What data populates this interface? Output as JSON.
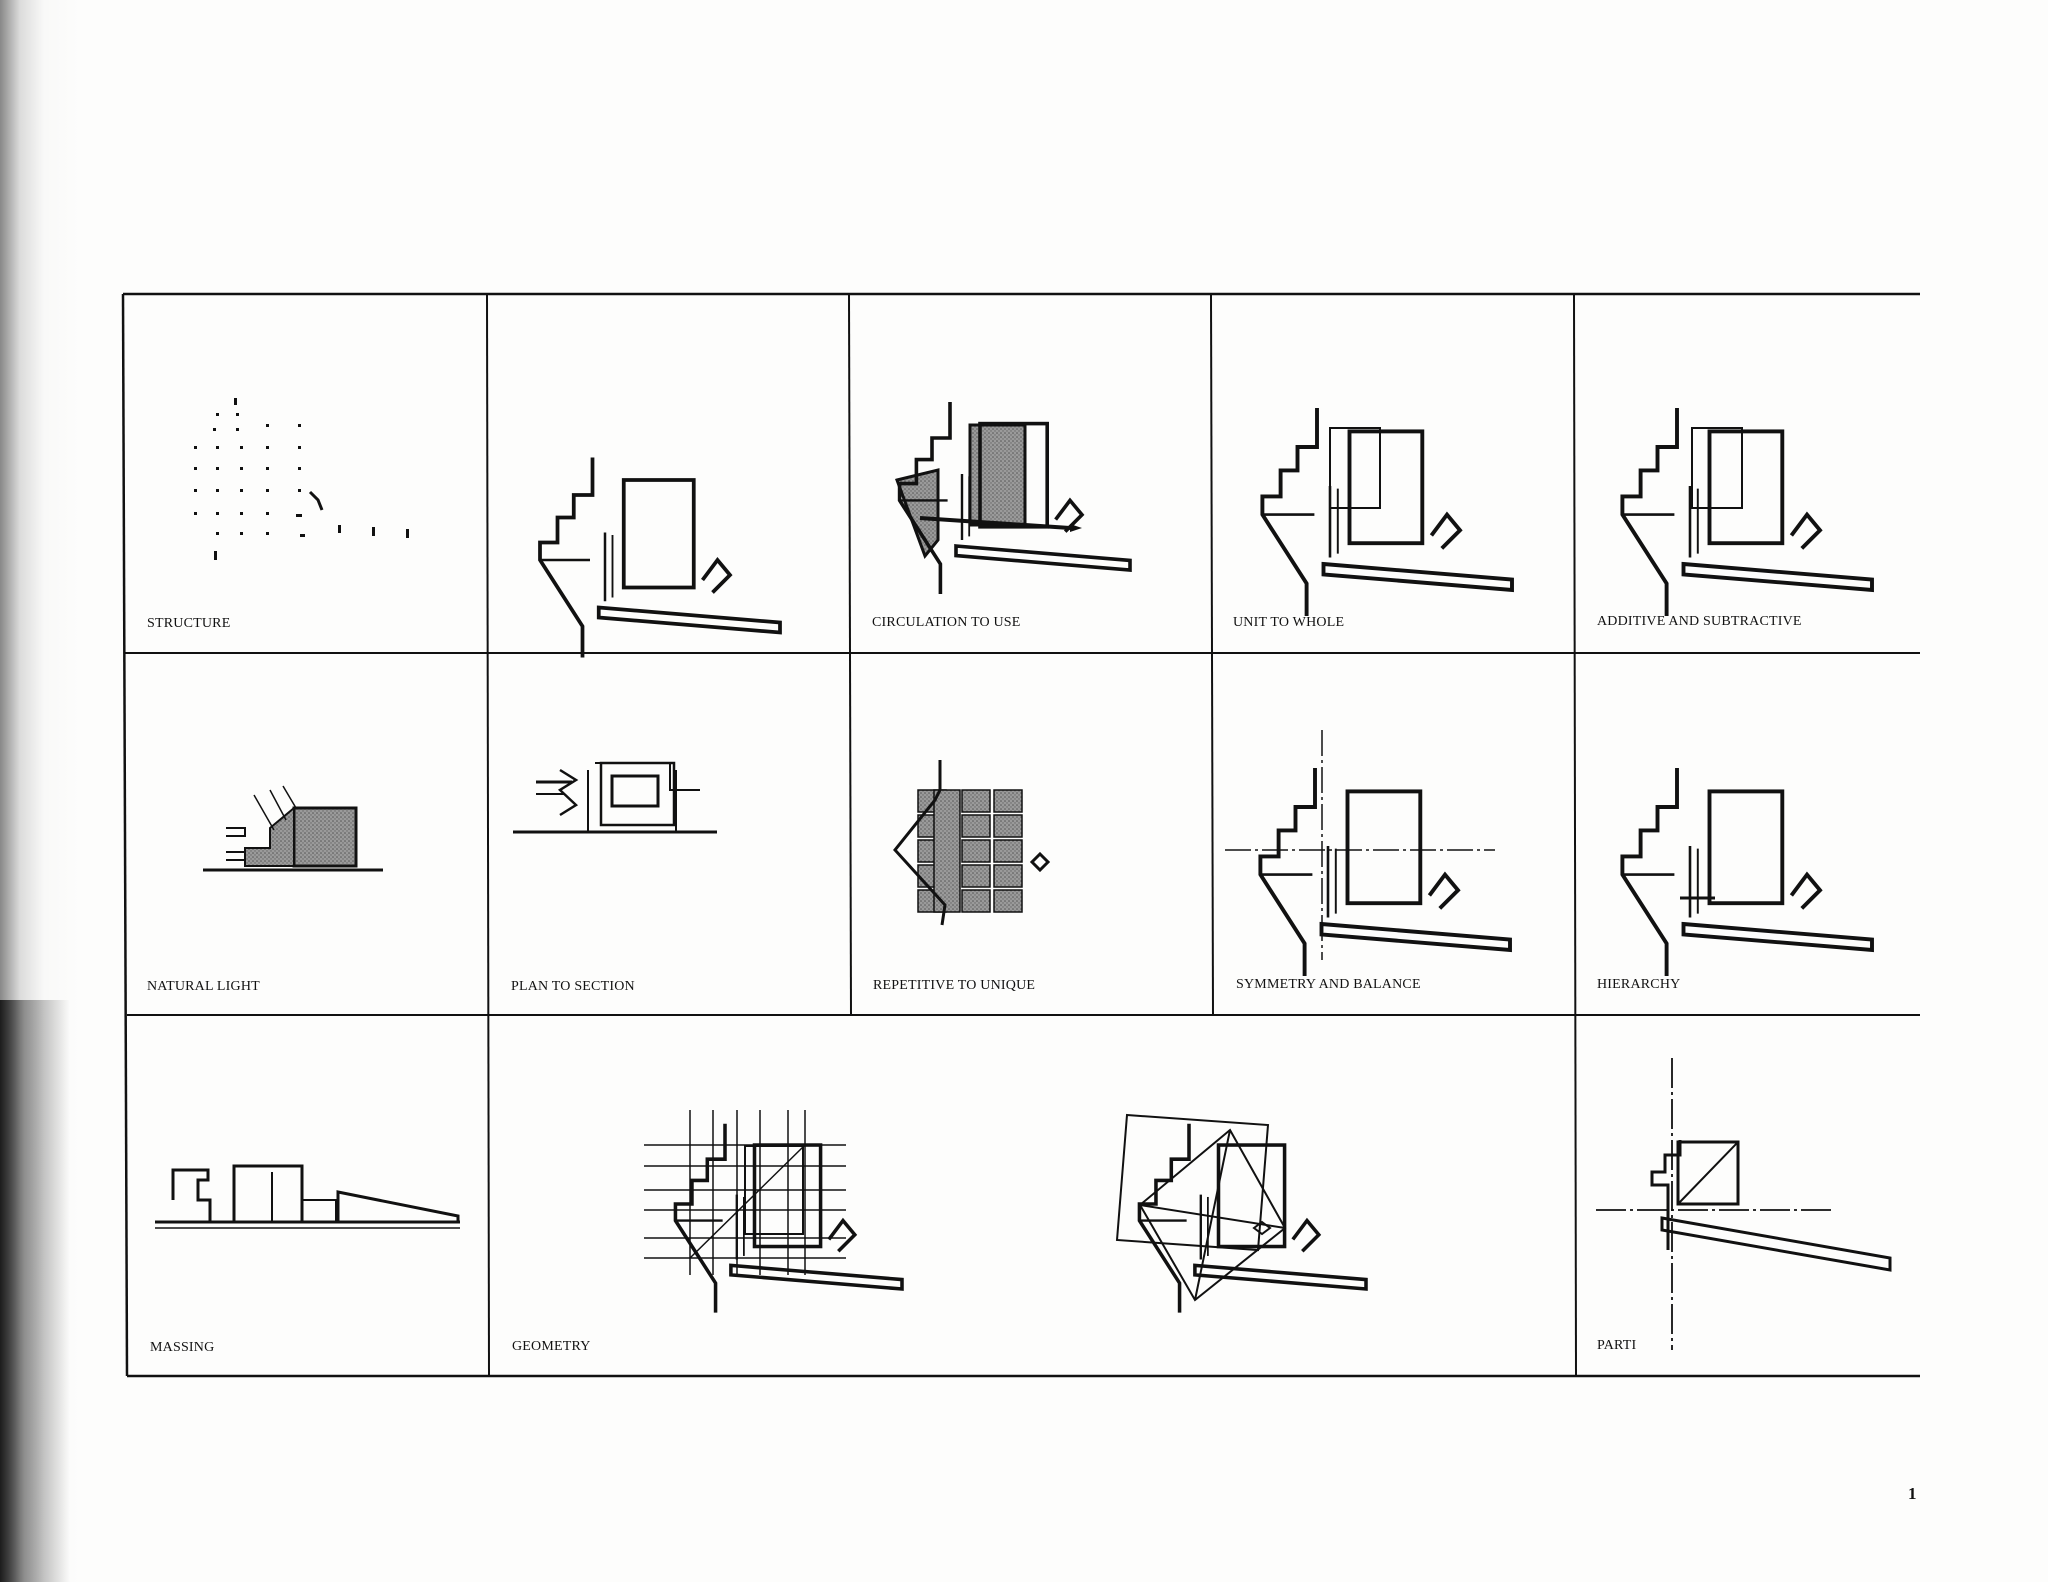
{
  "panels": {
    "structure": "STRUCTURE",
    "plan_to_section": "PLAN TO SECTION",
    "circulation_to_use": "CIRCULATION TO USE",
    "unit_to_whole": "UNIT TO WHOLE",
    "additive_and_subtractive": "ADDITIVE AND SUBTRACTIVE",
    "natural_light": "NATURAL LIGHT",
    "repetitive_to_unique": "REPETITIVE TO UNIQUE",
    "symmetry_and_balance": "SYMMETRY AND BALANCE",
    "hierarchy": "HIERARCHY",
    "massing": "MASSING",
    "geometry": "GEOMETRY",
    "parti": "PARTI"
  },
  "page_number": "1",
  "colors": {
    "ink": "#111111",
    "hatch_fill": "#8f8f8f",
    "paper": "#fdfdfc"
  }
}
